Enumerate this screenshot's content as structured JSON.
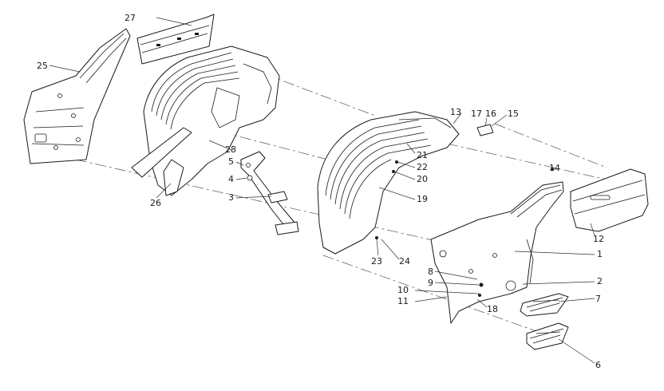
{
  "diagram": {
    "callouts": {
      "c1": "1",
      "c2": "2",
      "c3": "3",
      "c4": "4",
      "c5": "5",
      "c6": "6",
      "c7": "7",
      "c8": "8",
      "c9": "9",
      "c10": "10",
      "c11": "11",
      "c12": "12",
      "c13": "13",
      "c14": "14",
      "c15": "15",
      "c16": "16",
      "c17": "17",
      "c18": "18",
      "c19": "19",
      "c20": "20",
      "c21": "21",
      "c22": "22",
      "c23": "23",
      "c24": "24",
      "c25": "25",
      "c26": "26",
      "c27": "27",
      "c28": "28"
    },
    "colors": {
      "line": "#1a1a1a",
      "background": "#ffffff"
    }
  }
}
